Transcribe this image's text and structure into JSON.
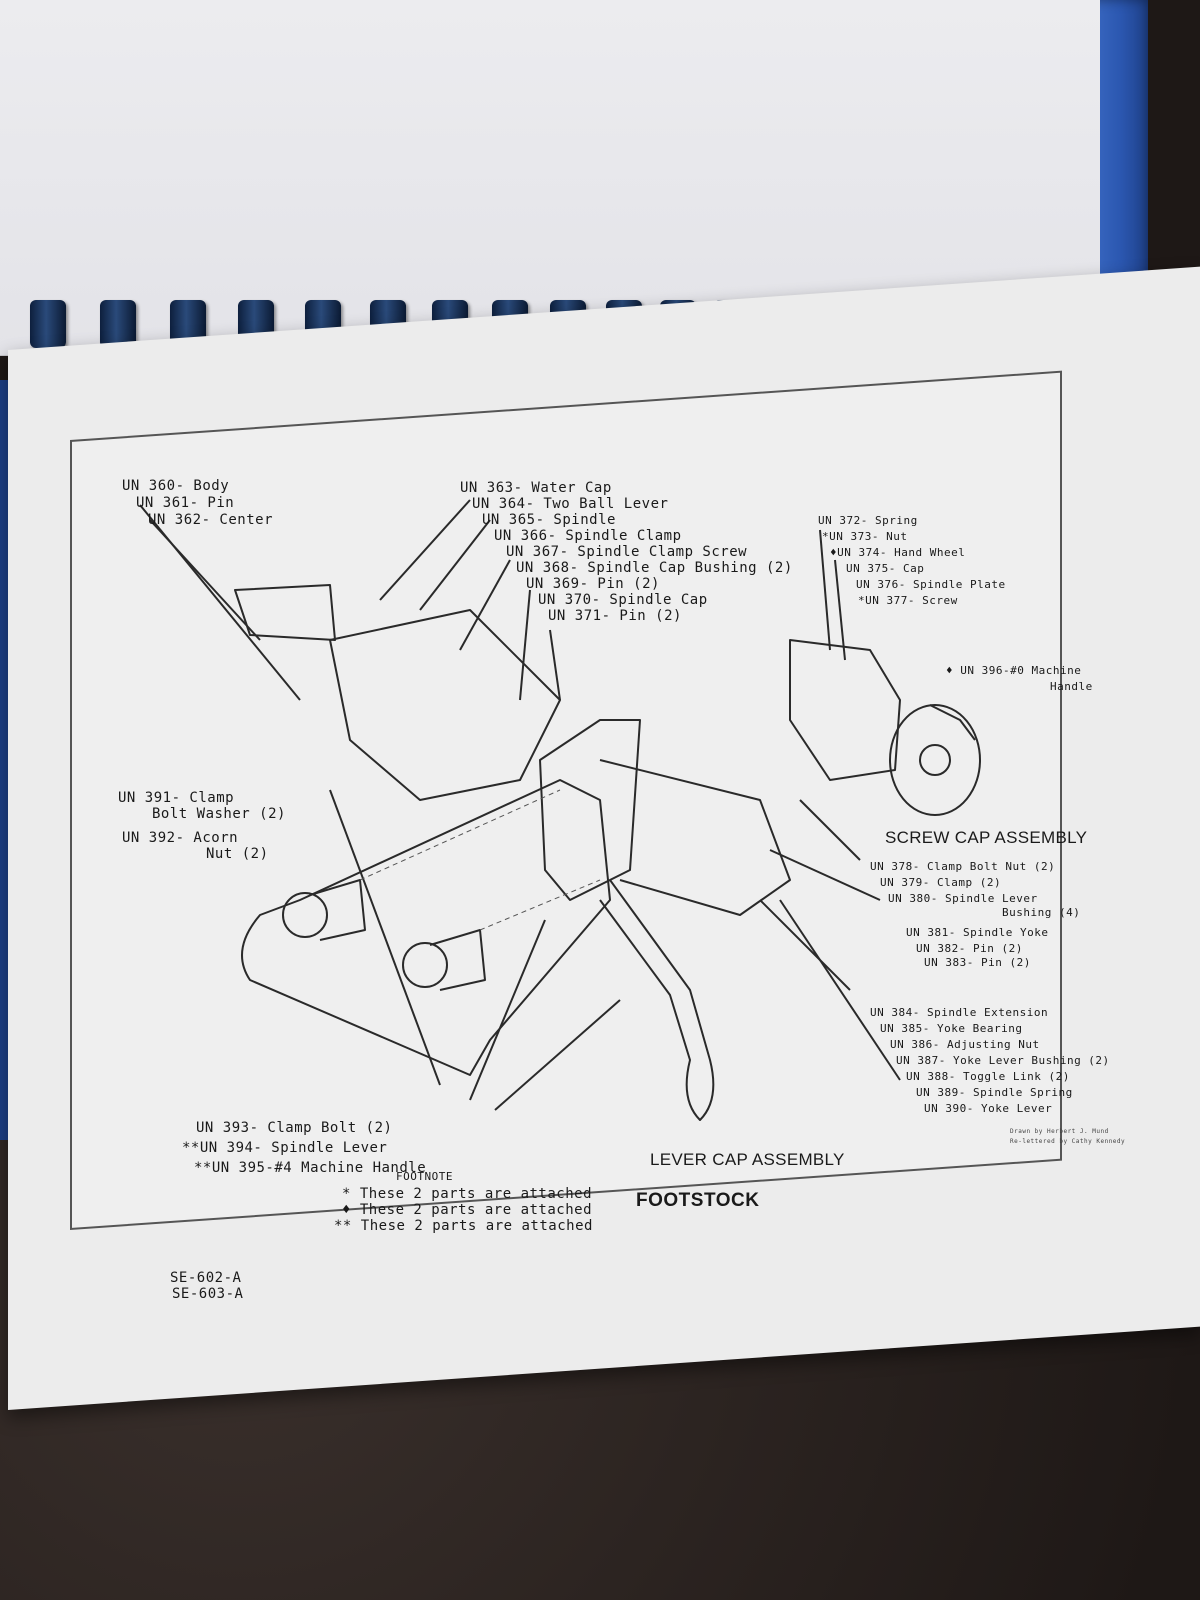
{
  "labels": {
    "body": "UN 360- Body",
    "pin361": "UN 361- Pin",
    "center": "UN 362- Center",
    "water_cap": "UN 363- Water Cap",
    "two_ball_lever": "UN 364- Two Ball Lever",
    "spindle": "UN 365- Spindle",
    "spindle_clamp": "UN 366- Spindle Clamp",
    "spindle_clamp_screw": "UN 367- Spindle Clamp Screw",
    "spindle_cap_bushing": "UN 368- Spindle Cap Bushing (2)",
    "pin369": "UN 369- Pin (2)",
    "spindle_cap": "UN 370- Spindle Cap",
    "pin371": "UN 371- Pin (2)",
    "spring": "UN 372- Spring",
    "nut373": "*UN 373- Nut",
    "hand_wheel": "♦UN 374- Hand Wheel",
    "cap375": "UN 375- Cap",
    "spindle_plate": "UN 376- Spindle Plate",
    "screw377": "*UN 377- Screw",
    "machine_handle_396_a": "♦ UN 396-#0 Machine",
    "machine_handle_396_b": "Handle",
    "clamp391_a": "UN 391- Clamp",
    "clamp391_b": "Bolt Washer (2)",
    "acorn392_a": "UN 392- Acorn",
    "acorn392_b": "Nut (2)",
    "clamp_bolt_nut": "UN 378- Clamp Bolt Nut (2)",
    "clamp379": "UN 379- Clamp (2)",
    "spindle_lever_380_a": "UN 380- Spindle Lever",
    "spindle_lever_380_b": "Bushing (4)",
    "spindle_yoke": "UN 381- Spindle Yoke",
    "pin382": "UN 382- Pin (2)",
    "pin383": "UN 383- Pin (2)",
    "spindle_extension": "UN 384- Spindle Extension",
    "yoke_bearing": "UN 385- Yoke Bearing",
    "adjusting_nut": "UN 386- Adjusting Nut",
    "yoke_lever_bushing": "UN 387- Yoke Lever Bushing (2)",
    "toggle_link": "UN 388- Toggle Link (2)",
    "spindle_spring": "UN 389- Spindle Spring",
    "yoke_lever": "UN 390- Yoke Lever",
    "clamp_bolt": "UN 393- Clamp Bolt (2)",
    "spindle_lever": "**UN 394- Spindle Lever",
    "machine_handle_395": "**UN 395-#4 Machine Handle"
  },
  "footnote": {
    "title": "FOOTNOTE",
    "line1": "* These 2 parts are attached",
    "line2": "♦ These 2 parts are attached",
    "line3": "** These 2 parts are attached"
  },
  "assemblies": {
    "screw_cap": "SCREW CAP ASSEMBLY",
    "lever_cap": "LEVER CAP ASSEMBLY"
  },
  "title": "FOOTSTOCK",
  "drawing_numbers": {
    "first": "SE-602-A",
    "second": "SE-603-A"
  },
  "credits": {
    "line1": "Drawn by Herbert J. Mund",
    "line2": "Re-lettered by Cathy Kennedy"
  },
  "colors": {
    "binder": "#2b57b0",
    "paper": "#ececec",
    "ink": "#1a1a1a"
  }
}
